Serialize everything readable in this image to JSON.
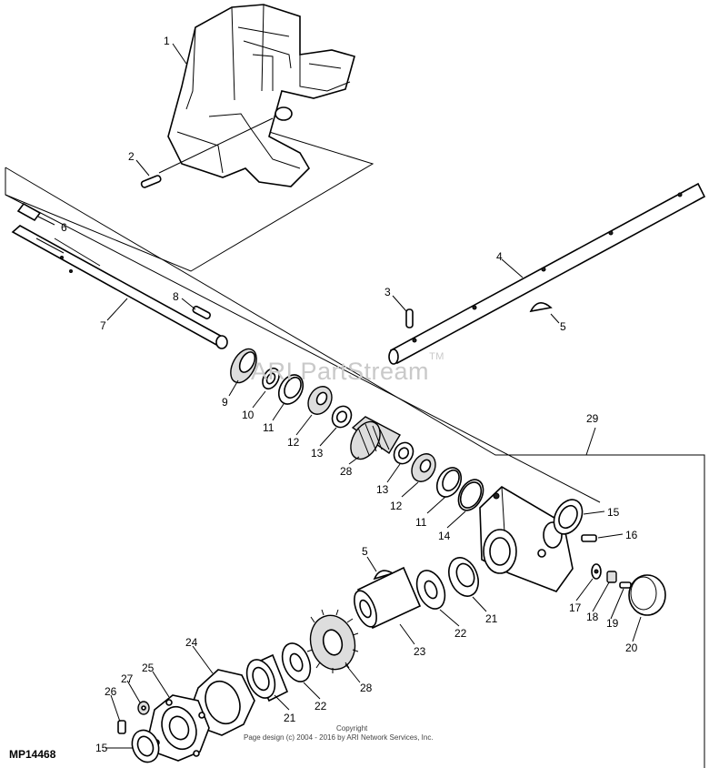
{
  "diagram_code": "MP14468",
  "watermark": "ARI PartStream",
  "watermark_tm": "TM",
  "copyright_title": "Copyright",
  "copyright_line": "Page design (c) 2004 - 2016 by ARI Network Services, Inc.",
  "callouts": [
    "1",
    "2",
    "3",
    "4",
    "5",
    "5",
    "6",
    "7",
    "8",
    "9",
    "10",
    "11",
    "11",
    "12",
    "12",
    "13",
    "13",
    "14",
    "15",
    "15",
    "16",
    "17",
    "18",
    "19",
    "20",
    "21",
    "21",
    "22",
    "22",
    "23",
    "24",
    "25",
    "26",
    "27",
    "28",
    "28",
    "29"
  ]
}
